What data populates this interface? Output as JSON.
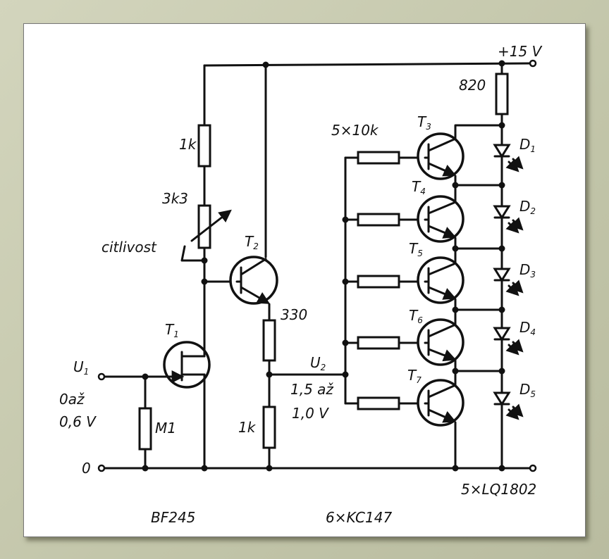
{
  "schematic": {
    "supply": "+15 V",
    "resistors": {
      "r_top": "1k",
      "r_pot": "3k3",
      "r_emitter": "330",
      "r_bottom": "1k",
      "r_gate": "M1",
      "r_led": "820",
      "r_bases": "5×10k"
    },
    "pot_label": "citlivost",
    "transistors": {
      "t1": "T",
      "t2": "T",
      "t3": "T",
      "t4": "T",
      "t5": "T",
      "t6": "T",
      "t7": "T"
    },
    "transistor_subs": {
      "t1": "1",
      "t2": "2",
      "t3": "3",
      "t4": "4",
      "t5": "5",
      "t6": "6",
      "t7": "7"
    },
    "leds": {
      "d1": "D",
      "d2": "D",
      "d3": "D",
      "d4": "D",
      "d5": "D"
    },
    "led_subs": {
      "d1": "1",
      "d2": "2",
      "d3": "3",
      "d4": "4",
      "d5": "5"
    },
    "input": {
      "label": "U",
      "sub": "1",
      "range_line1": "0až",
      "range_line2": "0,6 V"
    },
    "output": {
      "label": "U",
      "sub": "2",
      "range_line1": "1,5 až",
      "range_line2": "1,0 V"
    },
    "ground": "0",
    "parts": {
      "fet": "BF245",
      "transistors": "6×KC147",
      "leds": "5×LQ1802"
    }
  }
}
